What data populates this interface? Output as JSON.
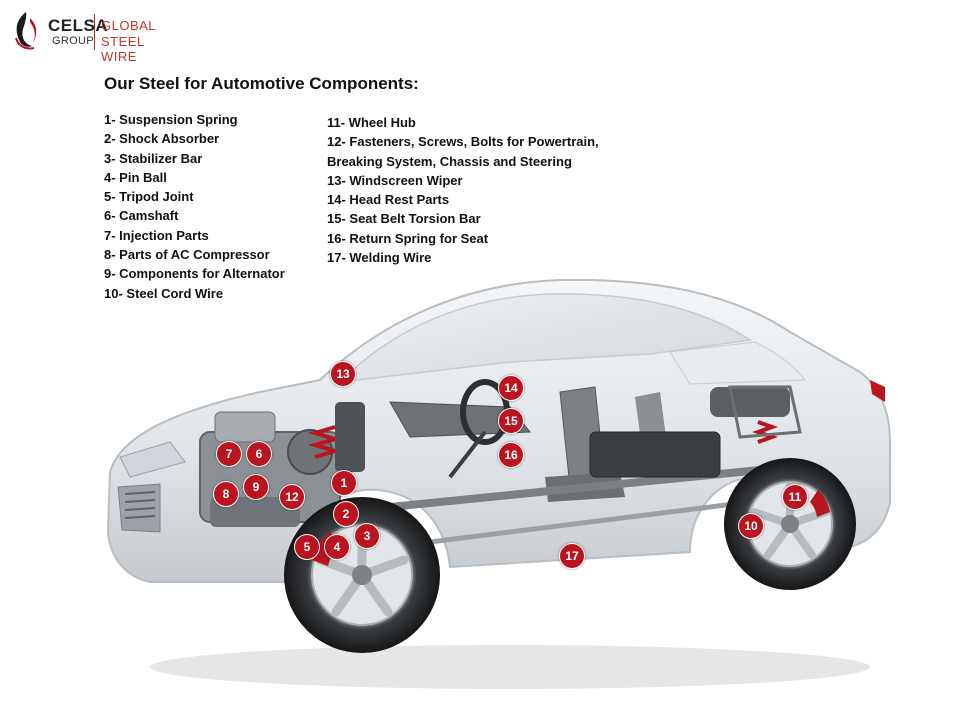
{
  "brand": {
    "name": "CELSA",
    "sub": "GROUP",
    "tagline_line1": "GLOBAL",
    "tagline_line2": "STEEL WIRE",
    "accent_color": "#b9141f"
  },
  "title": "Our Steel for Automotive Components:",
  "components_left": [
    "1- Suspension Spring",
    "2- Shock Absorber",
    "3- Stabilizer Bar",
    "4- Pin Ball",
    "5- Tripod Joint",
    "6- Camshaft",
    "7- Injection Parts",
    "8- Parts of AC Compressor",
    "9- Components for Alternator",
    "10- Steel Cord Wire"
  ],
  "components_right": [
    "11- Wheel Hub",
    "12- Fasteners, Screws, Bolts for Powertrain,",
    "Breaking System, Chassis and Steering",
    "13- Windscreen Wiper",
    "14- Head Rest Parts",
    "15- Seat Belt Torsion Bar",
    "16- Return Spring for Seat",
    "17- Welding Wire"
  ],
  "markers": [
    "1",
    "2",
    "3",
    "4",
    "5",
    "6",
    "7",
    "8",
    "9",
    "10",
    "11",
    "12",
    "13",
    "14",
    "15",
    "16",
    "17"
  ],
  "image": {
    "icon": "car-cutaway-illustration"
  }
}
